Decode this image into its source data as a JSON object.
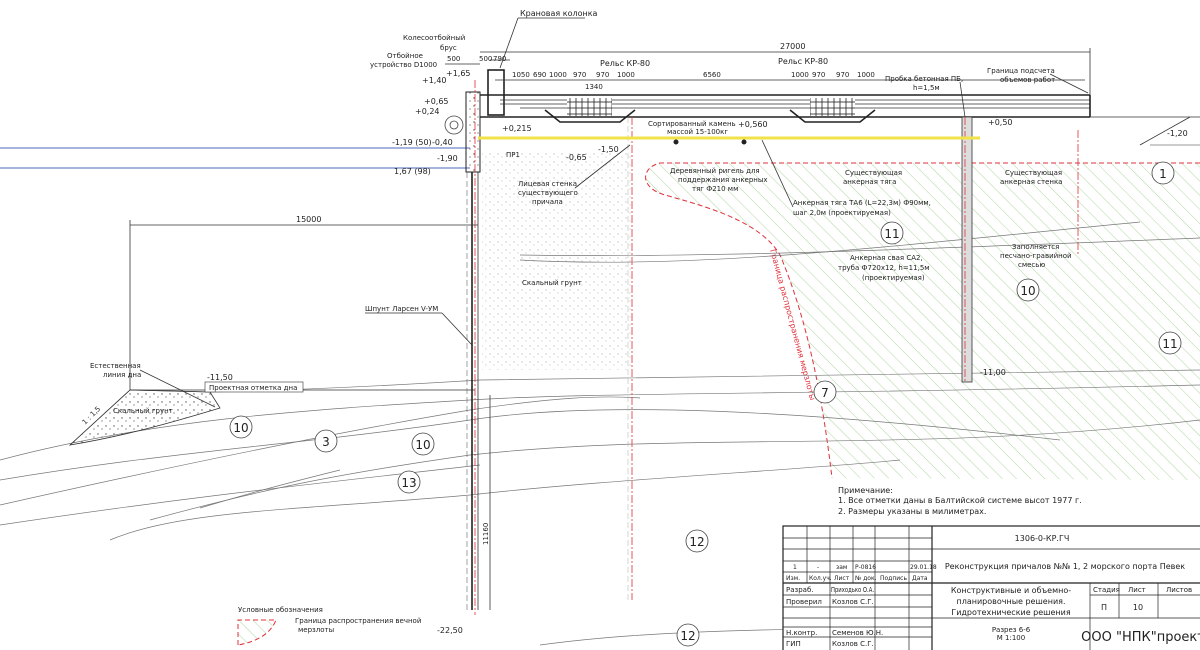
{
  "drawing": {
    "labels": {
      "crane_column": "Крановая колонка",
      "wheel_guard_1": "Колесоотбойный",
      "wheel_guard_2": "брус",
      "fender_1": "Отбойное",
      "fender_2": "устройство D1000",
      "rail_1": "Рельс КР-80",
      "rail_2": "Рельс КР-80",
      "plug": "Пробка бетонная ПБ,",
      "plug_h": "h=1,5м",
      "boundary_1": "Граница подсчета",
      "boundary_2": "объемов работ",
      "stone_1": "Сортированный камень",
      "stone_2": "массой 15-100кг",
      "pr1": "ПР1",
      "face_wall_1": "Лицевая стенка",
      "face_wall_2": "существующего",
      "face_wall_3": "причала",
      "timber_1": "Деревянный ригель для",
      "timber_2": "поддержания анкерных",
      "timber_3": "тяг Ф210 мм",
      "exist_rod_1": "Существующая",
      "exist_rod_2": "анкерная тяга",
      "anchor_rod_1": "Анкерная тяга ТА6 (L=22,3м) Ф90мм,",
      "anchor_rod_2": "шаг 2,0м (проектируемая)",
      "exist_wall_1": "Существующая",
      "exist_wall_2": "анкерная стенка",
      "anchor_pile_1": "Анкерная свая СА2,",
      "anchor_pile_2": "труба Ф720х12, h=11,5м",
      "anchor_pile_3": "(проектируемая)",
      "fill_1": "Заполняется",
      "fill_2": "песчано-гравийной",
      "fill_3": "смесью",
      "rock_1": "Скальный грунт",
      "rock_2": "Скальный грунт",
      "larsen": "Шпунт Ларсен V-УМ",
      "natural_1": "Естественная",
      "natural_2": "линия дна",
      "design_bottom": "Проектная отметка дна",
      "slope": "1 : 1,5",
      "permafrost": "Граница распространения мерзлоты"
    },
    "dimensions": {
      "d27000": "27000",
      "d15000": "15000",
      "d500a": "500",
      "d500b": "500",
      "d790": "790",
      "d1050": "1050",
      "d690": "690",
      "d1000a": "1000",
      "d970a": "970",
      "d970b": "970",
      "d1000b": "1000",
      "d1340": "1340",
      "d6560": "6560",
      "d1000c": "1000",
      "d970c": "970",
      "d970d": "970",
      "d1000d": "1000",
      "d11160": "11160"
    },
    "elevations": {
      "e165": "+1,65",
      "e140": "+1,40",
      "e065": "+0,65",
      "e024": "+0,24",
      "e0215": "+0,215",
      "e0560": "+0,560",
      "e050": "+0,50",
      "em120": "-1,20",
      "em119": "-1,19 (50)",
      "em040": "-0,40",
      "em190": "-1,90",
      "em167": "1,67 (98)",
      "em065": "-0,65",
      "em150": "-1,50",
      "em1150": "-11,50",
      "em1100": "-11,00",
      "em2250": "-22,50"
    },
    "layers": [
      "1",
      "11",
      "10",
      "11",
      "7",
      "10",
      "3",
      "10",
      "13",
      "12",
      "12"
    ]
  },
  "notes": {
    "title": "Примечание:",
    "item1": "1. Все отметки даны в Балтийской системе высот 1977 г.",
    "item2": "2. Размеры указаны в милиметрах."
  },
  "legend": {
    "title": "Условные обозначения",
    "item_1": "Граница распространения вечной",
    "item_2": "мерзлоты"
  },
  "title_block": {
    "code": "1306-0-КР.ГЧ",
    "project": "Реконструкция причалов №№ 1, 2 морского порта Певек",
    "rev": {
      "num": "1",
      "qty": "-",
      "type": "зам",
      "doc": "Р-0816",
      "date": "29.01.18"
    },
    "headers": {
      "izm": "Изм.",
      "kol": "Кол.уч.",
      "list": "Лист",
      "ndoc": "№ док.",
      "sign": "Подпись",
      "date": "Дата"
    },
    "roles": [
      {
        "role": "Разраб.",
        "name": "Приходько О.А."
      },
      {
        "role": "Проверил",
        "name": "Козлов С.Г."
      },
      {
        "role": "Н.контр.",
        "name": "Семенов Ю.Н."
      },
      {
        "role": "ГИП",
        "name": "Козлов С.Г."
      }
    ],
    "section_1": "Конструктивные и объемно-",
    "section_2": "планировочные решения.",
    "section_3": "Гидротехнические решения",
    "stage_label": "Стадия",
    "sheet_label": "Лист",
    "sheets_label": "Листов",
    "stage": "П",
    "sheet": "10",
    "drawing_1": "Разрез 6-6",
    "drawing_2": "М 1:100",
    "company": "ООО \"НПК\"проект\""
  },
  "colors": {
    "anchor_rod": "#f2e24a",
    "permafrost": "#e0303a",
    "hatch": "#8cc47a",
    "water": "#6f86c8"
  }
}
